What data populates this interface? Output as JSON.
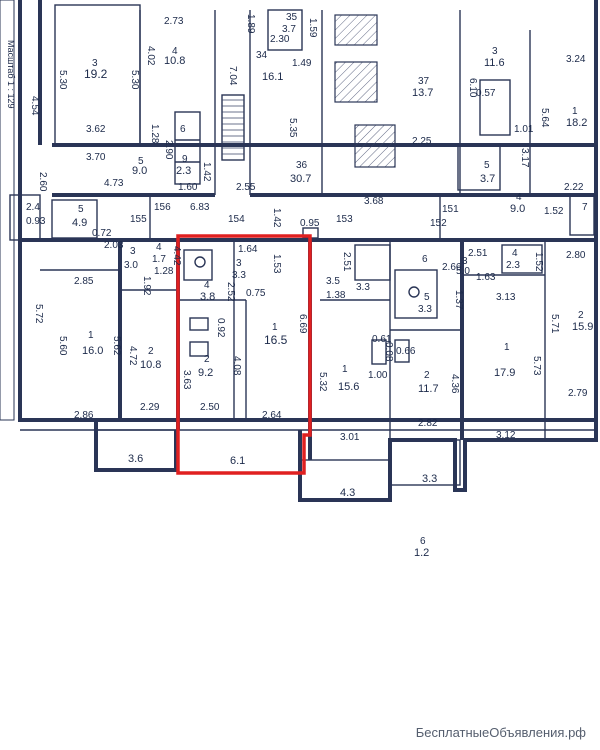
{
  "left_label": "Масштаб 1 : 129",
  "watermark": "БесплатныеОбъявления.рф",
  "colors": {
    "ink": "#1c2a4a",
    "highlight": "#e02020",
    "paper": "#ffffff"
  },
  "labels": {
    "n3a": "3",
    "a19_2": "19.2",
    "d5_30a": "5.30",
    "d5_30b": "5.30",
    "d3_62": "3.62",
    "n4a": "4",
    "a10_8": "10.8",
    "d2_73": "2.73",
    "d4_02": "4.02",
    "n34": "34",
    "a16_1": "16.1",
    "d1_89": "1.89",
    "d7_04": "7.04",
    "n35": "35",
    "a3_7a": "3.7",
    "d1_59": "1.59",
    "d2_30": "2.30",
    "d1_49": "1.49",
    "d5_35": "5.35",
    "n37": "37",
    "a13_7": "13.7",
    "n3b": "3",
    "a11_6": "11.6",
    "d3_24": "3.24",
    "d4_54": "4.54",
    "d1_28": "1.28",
    "n5a": "5",
    "a9_0a": "9.0",
    "n6a": "6",
    "n9a": "9",
    "a2_3": "2.3",
    "d2_90": "2.90",
    "d1_42": "1.42",
    "d3_70": "3.70",
    "d4_73": "4.73",
    "d1_60": "1.60",
    "d2_55": "2.55",
    "n36": "36",
    "a30_7": "30.7",
    "d2_25": "2.25",
    "d3_68": "3.68",
    "d6_10": "6.10",
    "d0_57": "0.57",
    "d1_01": "1.01",
    "d3_17": "3.17",
    "n5b": "5",
    "a3_7b": "3.7",
    "d5_64": "5.64",
    "n1a": "1",
    "a18_2": "18.2",
    "n4b": "4",
    "a9_0b": "9.0",
    "d2_22": "2.22",
    "n7": "7",
    "d1_52": "1.52",
    "n2_4": "2.4",
    "d0_93": "0.93",
    "d2_60": "2.60",
    "r155": "155",
    "r156": "156",
    "d6_83": "6.83",
    "r154": "154",
    "d1_42b": "1.42",
    "d0_95": "0.95",
    "r153": "153",
    "r151": "151",
    "r152": "152",
    "n5c": "5",
    "a4_9": "4.9",
    "d0_72": "0.72",
    "d2_03": "2.03",
    "n3c": "3",
    "a3_0": "3.0",
    "n4c": "4",
    "a1_7": "1.7",
    "d1_28b": "1.28",
    "d4_42": "4.42",
    "d2_85": "2.85",
    "d1_64": "1.64",
    "n3d": "3",
    "a3_3a": "3.3",
    "n4d": "4",
    "a3_8": "3.8",
    "d2_52": "2.52",
    "d0_75": "0.75",
    "d1_53": "1.53",
    "d0_92": "0.92",
    "n1b": "1",
    "a16_5": "16.5",
    "d6_69": "6.69",
    "n2a": "2",
    "a9_2": "9.2",
    "d4_08": "4.08",
    "d3_63": "3.63",
    "d2_50": "2.50",
    "d2_64": "2.64",
    "n6_1": "6.1",
    "d5_72": "5.72",
    "n1c": "1",
    "a16_0": "16.0",
    "d5_60": "5.60",
    "d5_62": "5.62",
    "d4_72": "4.72",
    "n2b": "2",
    "a10_8b": "10.8",
    "d1_92": "1.92",
    "d2_86": "2.86",
    "d2_29": "2.29",
    "n3_6": "3.6",
    "d2_51": "2.51",
    "n3_5": "3.5",
    "d1_38": "1.38",
    "n3_3a": "3.3",
    "d0_08": "0.08",
    "d0_61": "0.61",
    "d5_32": "5.32",
    "d1_00": "1.00",
    "n1d": "1",
    "a15_6": "15.6",
    "d3_01": "3.01",
    "n4_3": "4.3",
    "n6b": "6",
    "d2_66": "2.66",
    "n5d": "5",
    "a3_3b": "3.3",
    "d0_66": "0.66",
    "d1_37": "1.37",
    "n2c": "2",
    "a11_7": "11.7",
    "d4_36": "4.36",
    "d2_82": "2.82",
    "n3_3b": "3.3",
    "d2_51b": "2.51",
    "n3e": "3",
    "a5_0": "5.0",
    "d1_63": "1.63",
    "n4e": "4",
    "a2_3b": "2.3",
    "d1_52b": "1.52",
    "d3_13": "3.13",
    "n1e": "1",
    "a17_9": "17.9",
    "d5_73": "5.73",
    "d3_12": "3.12",
    "d2_80": "2.80",
    "n2d": "2",
    "a15_9": "15.9",
    "d5_71": "5.71",
    "d2_79": "2.79",
    "n6c": "6",
    "a1_2": "1.2"
  }
}
